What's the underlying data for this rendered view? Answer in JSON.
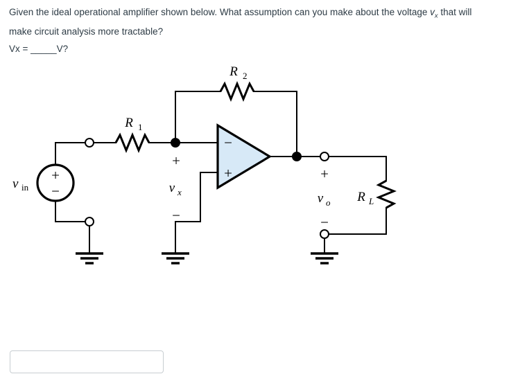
{
  "question": {
    "line1_part1": "Given the ideal operational amplifier shown below. What assumption can you make about the voltage ",
    "line1_var": "v",
    "line1_sub": "x",
    "line1_part2": " that will make circuit analysis more tractable?",
    "answer_prompt": "Vx = _____V?"
  },
  "answer_field": {
    "value": "",
    "placeholder": ""
  },
  "circuit": {
    "title": "inverting-operational-amplifier",
    "colors": {
      "opamp_fill": "#d7e9f7",
      "wire": "#000000",
      "text": "#2d3b45"
    },
    "labels": {
      "vin": {
        "var": "v",
        "sub": "in"
      },
      "r1": {
        "var": "R",
        "sub": "1"
      },
      "r2": {
        "var": "R",
        "sub": "2"
      },
      "rl": {
        "var": "R",
        "sub": "L"
      },
      "vx": {
        "var": "v",
        "sub": "x"
      },
      "vo": {
        "var": "v",
        "sub": "o"
      },
      "source_plus": "+",
      "source_minus": "−",
      "vx_plus": "+",
      "vx_minus": "−",
      "vo_plus": "+",
      "vo_minus": "−",
      "opamp_inverting": "−",
      "opamp_noninverting": "+"
    },
    "components": [
      {
        "name": "voltage-source-vin",
        "type": "independent-voltage-source"
      },
      {
        "name": "resistor-r1",
        "type": "resistor"
      },
      {
        "name": "resistor-r2",
        "type": "resistor"
      },
      {
        "name": "resistor-rl",
        "type": "resistor"
      },
      {
        "name": "opamp",
        "type": "ideal-op-amp"
      },
      {
        "name": "ground-source",
        "type": "ground"
      },
      {
        "name": "ground-vx",
        "type": "ground"
      },
      {
        "name": "ground-output",
        "type": "ground"
      }
    ]
  }
}
